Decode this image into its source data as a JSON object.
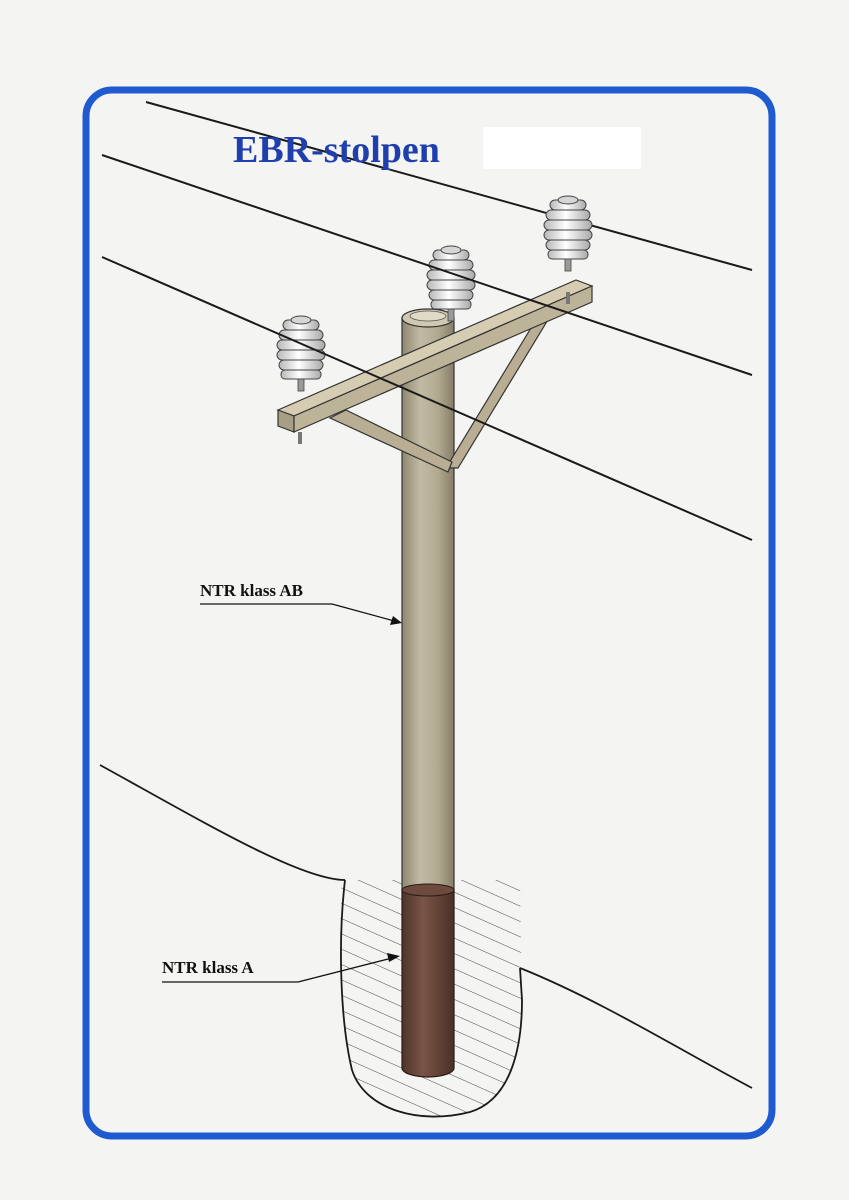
{
  "title": "EBR-stolpen",
  "labels": {
    "upper": "NTR klass AB",
    "lower": "NTR klass A"
  },
  "colors": {
    "frame": "#1f5ad0",
    "title": "#1f3fae",
    "pole_upper": "#b5ad94",
    "pole_lower": "#6e4a3e",
    "crossarm": "#c1b69d",
    "insulator": "#eeeeee",
    "line": "#1a1a1a"
  }
}
